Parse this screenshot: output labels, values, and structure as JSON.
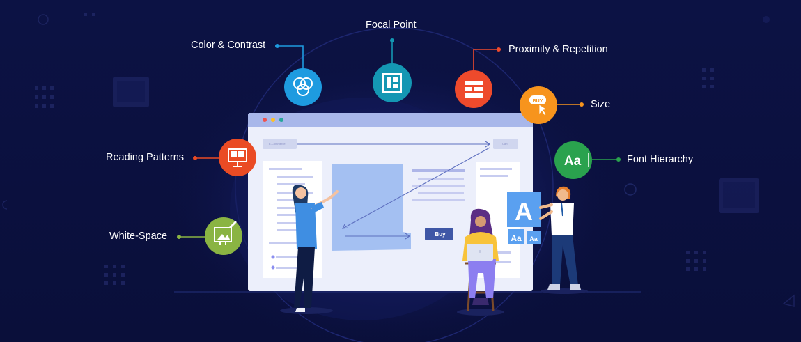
{
  "labels": {
    "focal_point": "Focal Point",
    "color_contrast": "Color & Contrast",
    "proximity_repetition": "Proximity & Repetition",
    "size": "Size",
    "reading_patterns": "Reading Patterns",
    "font_hierarchy": "Font Hierarchy",
    "white_space": "White-Space"
  },
  "mockup": {
    "buy_button": "Buy",
    "url_text": "E-Commerce",
    "cart_text": "Cart"
  },
  "icons": {
    "size_icon_text": "BUY",
    "font_icon_text": "Aa",
    "card_big": "A",
    "card_small_1": "Aa",
    "card_small_2": "Aa"
  },
  "colors": {
    "background": "#0b1140",
    "color_contrast": "#1e9be0",
    "focal_point": "#1497b3",
    "proximity_repetition": "#ee4a2c",
    "size": "#f7941d",
    "reading_patterns": "#ea4b24",
    "font_hierarchy": "#2aa24e",
    "white_space": "#8ab443"
  }
}
